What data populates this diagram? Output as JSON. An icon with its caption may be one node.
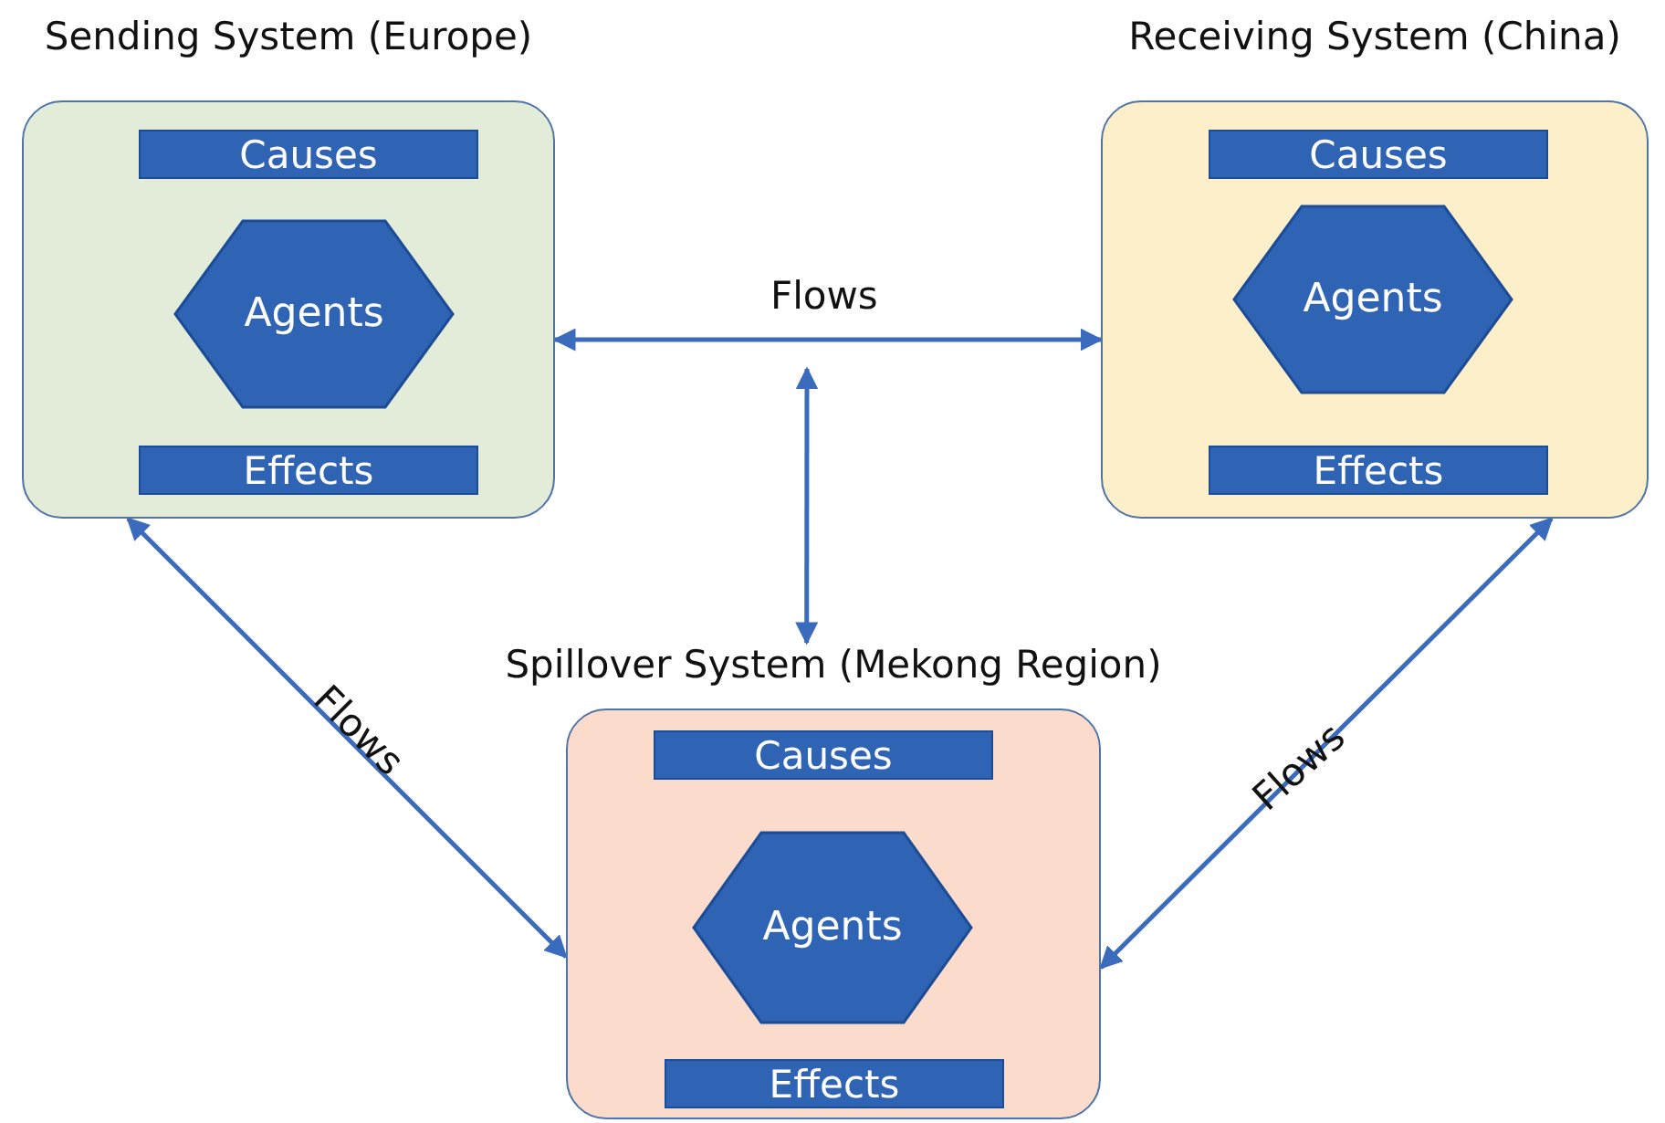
{
  "diagram": {
    "nodes": [
      {
        "text": [
          "Sending System (Europe)"
        ]
      },
      {
        "text": [
          "Causes"
        ],
        "in": 0
      },
      {
        "text": [
          "Agents"
        ],
        "in": 0
      },
      {
        "text": [
          "Effects"
        ],
        "in": 0
      },
      {
        "text": [
          "Receiving System (China)"
        ]
      },
      {
        "text": [
          "Causes"
        ],
        "in": 4
      },
      {
        "text": [
          "Agents"
        ],
        "in": 4
      },
      {
        "text": [
          "Effects"
        ],
        "in": 4
      },
      {
        "text": [
          "Spillover System (Mekong Region)"
        ]
      },
      {
        "text": [
          "Causes"
        ],
        "in": 8
      },
      {
        "text": [
          "Agents"
        ],
        "in": 8
      },
      {
        "text": [
          "Effects"
        ],
        "in": 8
      }
    ],
    "edges": [
      {
        "from": 0,
        "to": 4,
        "arrow": "both",
        "label": "Flows"
      },
      {
        "from": null,
        "to": 8,
        "arrow": "both"
      },
      {
        "from": 0,
        "to": 8,
        "arrow": "both",
        "label": "Flows"
      },
      {
        "from": 8,
        "to": 4,
        "arrow": "both",
        "label": "Flows"
      }
    ]
  }
}
